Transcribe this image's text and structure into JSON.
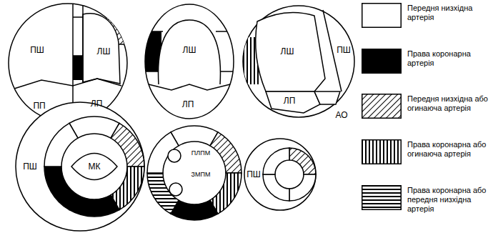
{
  "diagram": {
    "labels": [
      "ПШ",
      "ЛШ",
      "ПП",
      "ЛП",
      "ЛШ",
      "ЛП",
      "ЛШ",
      "ПШ",
      "ЛП",
      "АО",
      "ПШ",
      "МК",
      "ПЛПМ",
      "ЗМПМ",
      "ПШ"
    ],
    "legend": [
      {
        "text": "Передня низхідна артерія",
        "color": "#ffffff"
      },
      {
        "text": "Права коронарна артерія",
        "color": "#000000"
      },
      {
        "text": "Передня низхідна або огинаюча артерія"
      },
      {
        "text": "Права коронарна або огинаюча артерія"
      },
      {
        "text": "Права коронарна або передня низхідна артерія"
      }
    ]
  }
}
